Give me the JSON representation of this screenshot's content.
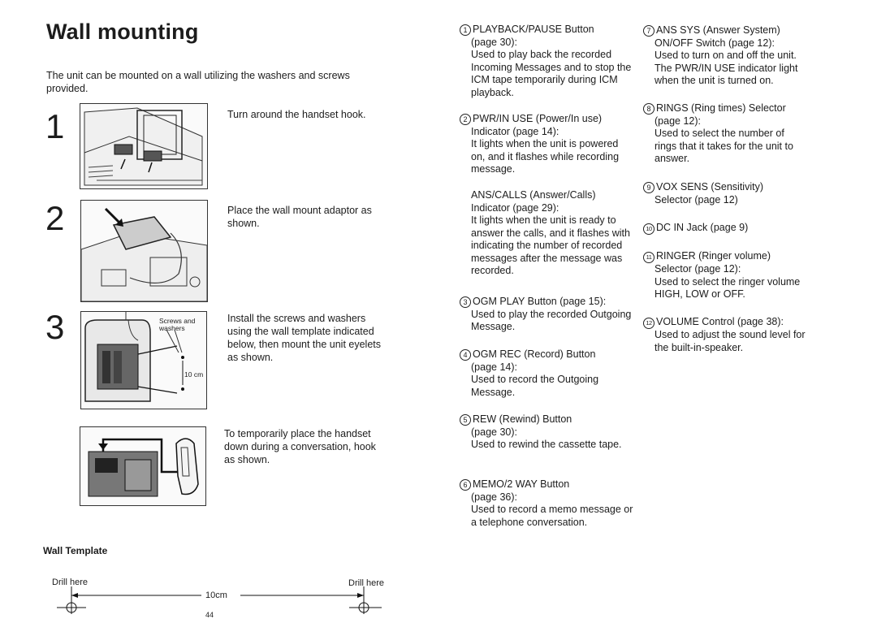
{
  "title": "Wall mounting",
  "intro": "The unit can be mounted on a wall utilizing the washers and screws provided.",
  "steps": [
    {
      "number": "1",
      "text": "Turn around the handset hook."
    },
    {
      "number": "2",
      "text": "Place the wall mount adaptor as shown."
    },
    {
      "number": "3",
      "text": "Install the screws and washers using the wall template indicated below, then mount the unit eyelets as shown."
    },
    {
      "number": "",
      "text": "To temporarily place the handset down during a conversation, hook as shown."
    }
  ],
  "figure_labels": {
    "screws": "Screws and washers",
    "distance": "10 cm"
  },
  "wall_template": {
    "title": "Wall Template",
    "drill_left": "Drill here",
    "drill_right": "Drill here",
    "distance": "10cm"
  },
  "page_number": "44",
  "items": [
    {
      "num": "1",
      "head": "PLAYBACK/PAUSE Button",
      "body": "(page 30):\nUsed to play back the recorded Incoming Messages and to stop the ICM tape temporarily during ICM playback."
    },
    {
      "num": "2",
      "head": "PWR/IN USE (Power/In use)",
      "body": "Indicator (page 14):\nIt lights when the unit is powered on, and it flashes while recording message."
    },
    {
      "num": "",
      "head": "ANS/CALLS (Answer/Calls)",
      "body": "Indicator (page 29):\nIt lights when the unit is ready to answer the calls, and it flashes with indicating the number of recorded messages after the message was recorded."
    },
    {
      "num": "3",
      "head": "OGM PLAY Button (page 15):",
      "body": "Used to play the recorded Outgoing Message."
    },
    {
      "num": "4",
      "head": "OGM REC (Record) Button",
      "body": "(page 14):\nUsed to record the Outgoing Message."
    },
    {
      "num": "5",
      "head": "REW (Rewind) Button",
      "body": "(page 30):\nUsed to rewind the cassette tape."
    },
    {
      "num": "6",
      "head": "MEMO/2 WAY Button",
      "body": "(page 36):\nUsed to record a memo message or a telephone conversation."
    },
    {
      "num": "7",
      "head": "ANS SYS (Answer System)",
      "body": "ON/OFF Switch (page 12):\nUsed to turn on and off the unit. The PWR/IN USE indicator light when the unit is turned on."
    },
    {
      "num": "8",
      "head": "RINGS (Ring times) Selector",
      "body": "(page 12):\nUsed to select the number of rings that it takes for the unit to answer."
    },
    {
      "num": "9",
      "head": "VOX SENS (Sensitivity)",
      "body": "Selector (page 12)"
    },
    {
      "num": "10",
      "head": "DC IN Jack (page 9)",
      "body": ""
    },
    {
      "num": "11",
      "head": "RINGER (Ringer volume)",
      "body": "Selector (page 12):\nUsed to select the ringer volume HIGH, LOW or OFF."
    },
    {
      "num": "12",
      "head": "VOLUME Control (page 38):",
      "body": "Used to adjust the sound level for the built-in-speaker."
    }
  ]
}
